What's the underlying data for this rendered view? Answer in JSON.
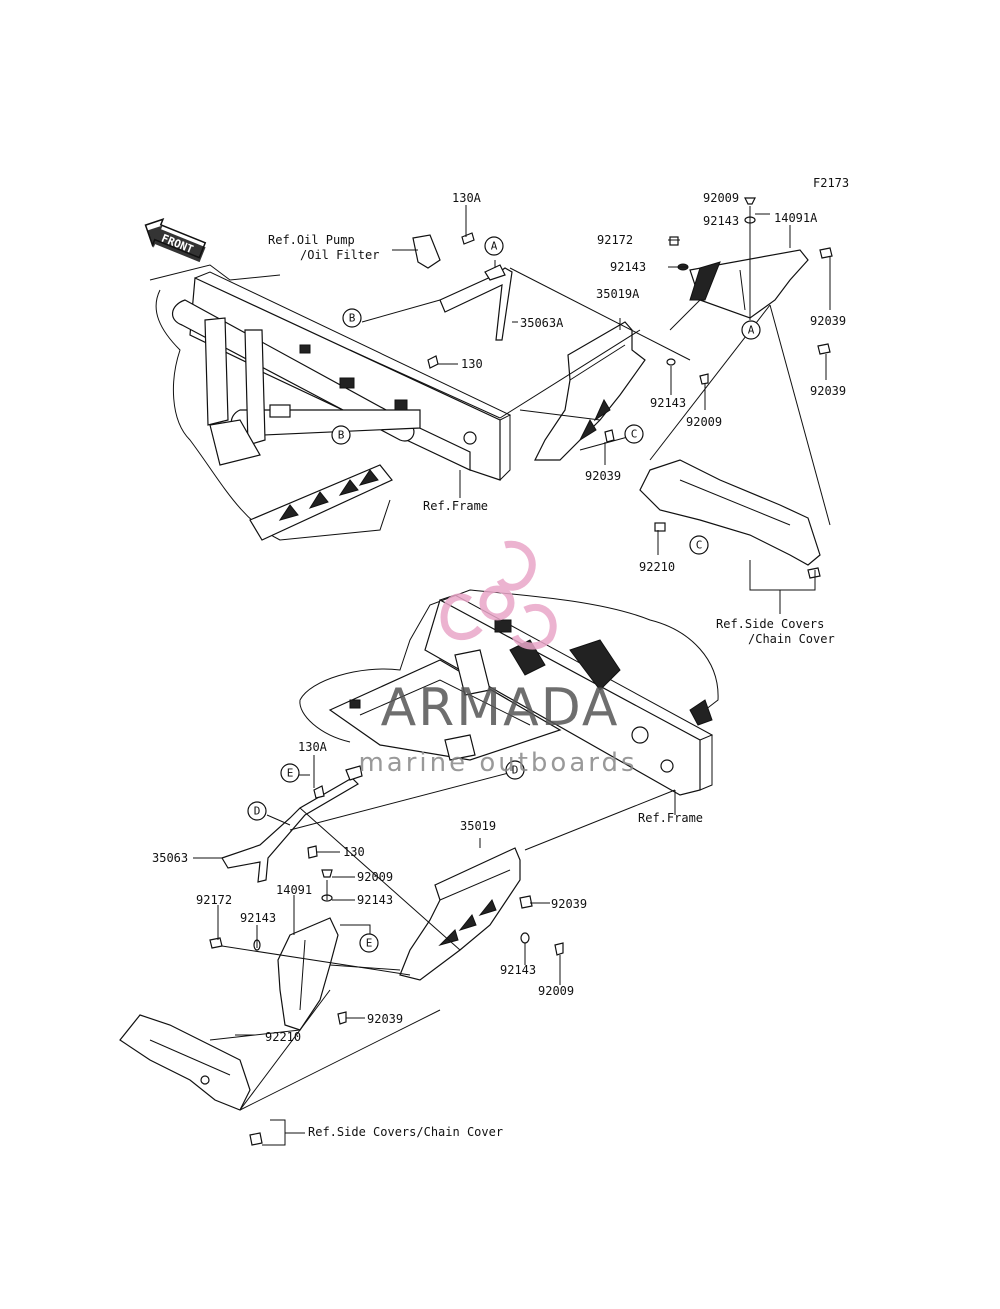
{
  "figure_code": "F2173",
  "front_label": "FRONT",
  "watermark": {
    "brand": "ARMADA",
    "tagline": "marine outboards",
    "color": "#e9a6c8",
    "text_color": "#555555"
  },
  "upper": {
    "labels": {
      "p130A": "130A",
      "ref_oil_pump_1": "Ref.Oil Pump",
      "ref_oil_pump_2": "/Oil Filter",
      "p35063A": "35063A",
      "p130": "130",
      "p35019A": "35019A",
      "p92039_c": "92039",
      "ref_frame": "Ref.Frame",
      "p92009_top": "92009",
      "p92143_top": "92143",
      "p92172": "92172",
      "p92143_b": "92143",
      "p14091A": "14091A",
      "p92039_r1": "92039",
      "p92039_r2": "92039",
      "p92143_c": "92143",
      "p92009_c": "92009",
      "p92210": "92210",
      "ref_side_1": "Ref.Side Covers",
      "ref_side_2": "/Chain Cover"
    },
    "callouts": {
      "a": "A",
      "b": "B",
      "c": "C"
    }
  },
  "lower": {
    "labels": {
      "p130A": "130A",
      "p35063": "35063",
      "p130": "130",
      "p35019": "35019",
      "ref_frame": "Ref.Frame",
      "p92009_a": "92009",
      "p92143_a": "92143",
      "p14091": "14091",
      "p92172": "92172",
      "p92143_b": "92143",
      "p92039_a": "92039",
      "p92143_c": "92143",
      "p92009_b": "92009",
      "p92039_b": "92039",
      "p92210": "92210",
      "ref_side": "Ref.Side Covers/Chain Cover"
    },
    "callouts": {
      "d": "D",
      "e": "E"
    }
  }
}
